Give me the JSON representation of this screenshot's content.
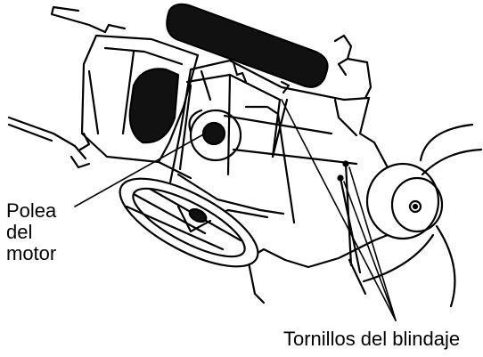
{
  "diagram": {
    "labels": {
      "pulley_line1": "Polea",
      "pulley_line2": "del",
      "pulley_line3": "motor",
      "shield_screws": "Tornillos del blindaje"
    },
    "colors": {
      "ink": "#000000",
      "paper": "#ffffff",
      "tire": "#111111"
    }
  }
}
